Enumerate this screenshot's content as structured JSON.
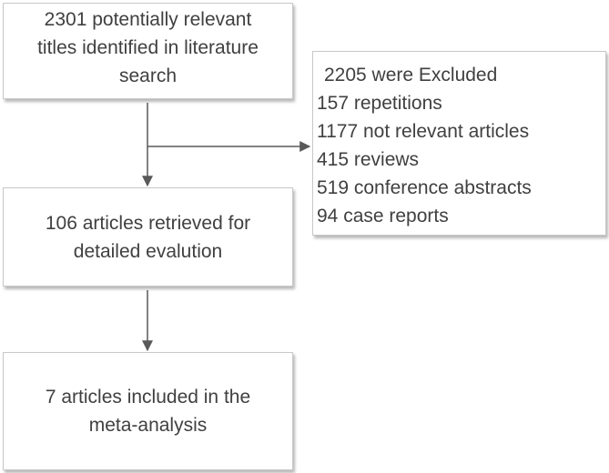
{
  "flow": {
    "identified": {
      "lines": [
        "2301 potentially relevant",
        "titles identified in literature",
        "search"
      ]
    },
    "retrieved": {
      "lines": [
        "106 articles retrieved for",
        "detailed evalution"
      ]
    },
    "included": {
      "lines": [
        "7 articles included in the",
        "meta-analysis"
      ]
    },
    "excluded": {
      "title": "2205 were Excluded",
      "items": [
        "157 repetitions",
        "1177 not relevant articles",
        "415 reviews",
        "519 conference abstracts",
        "94 case reports"
      ]
    }
  },
  "colors": {
    "border": "#c8c8c8",
    "text": "#404040",
    "arrow": "#595959"
  }
}
